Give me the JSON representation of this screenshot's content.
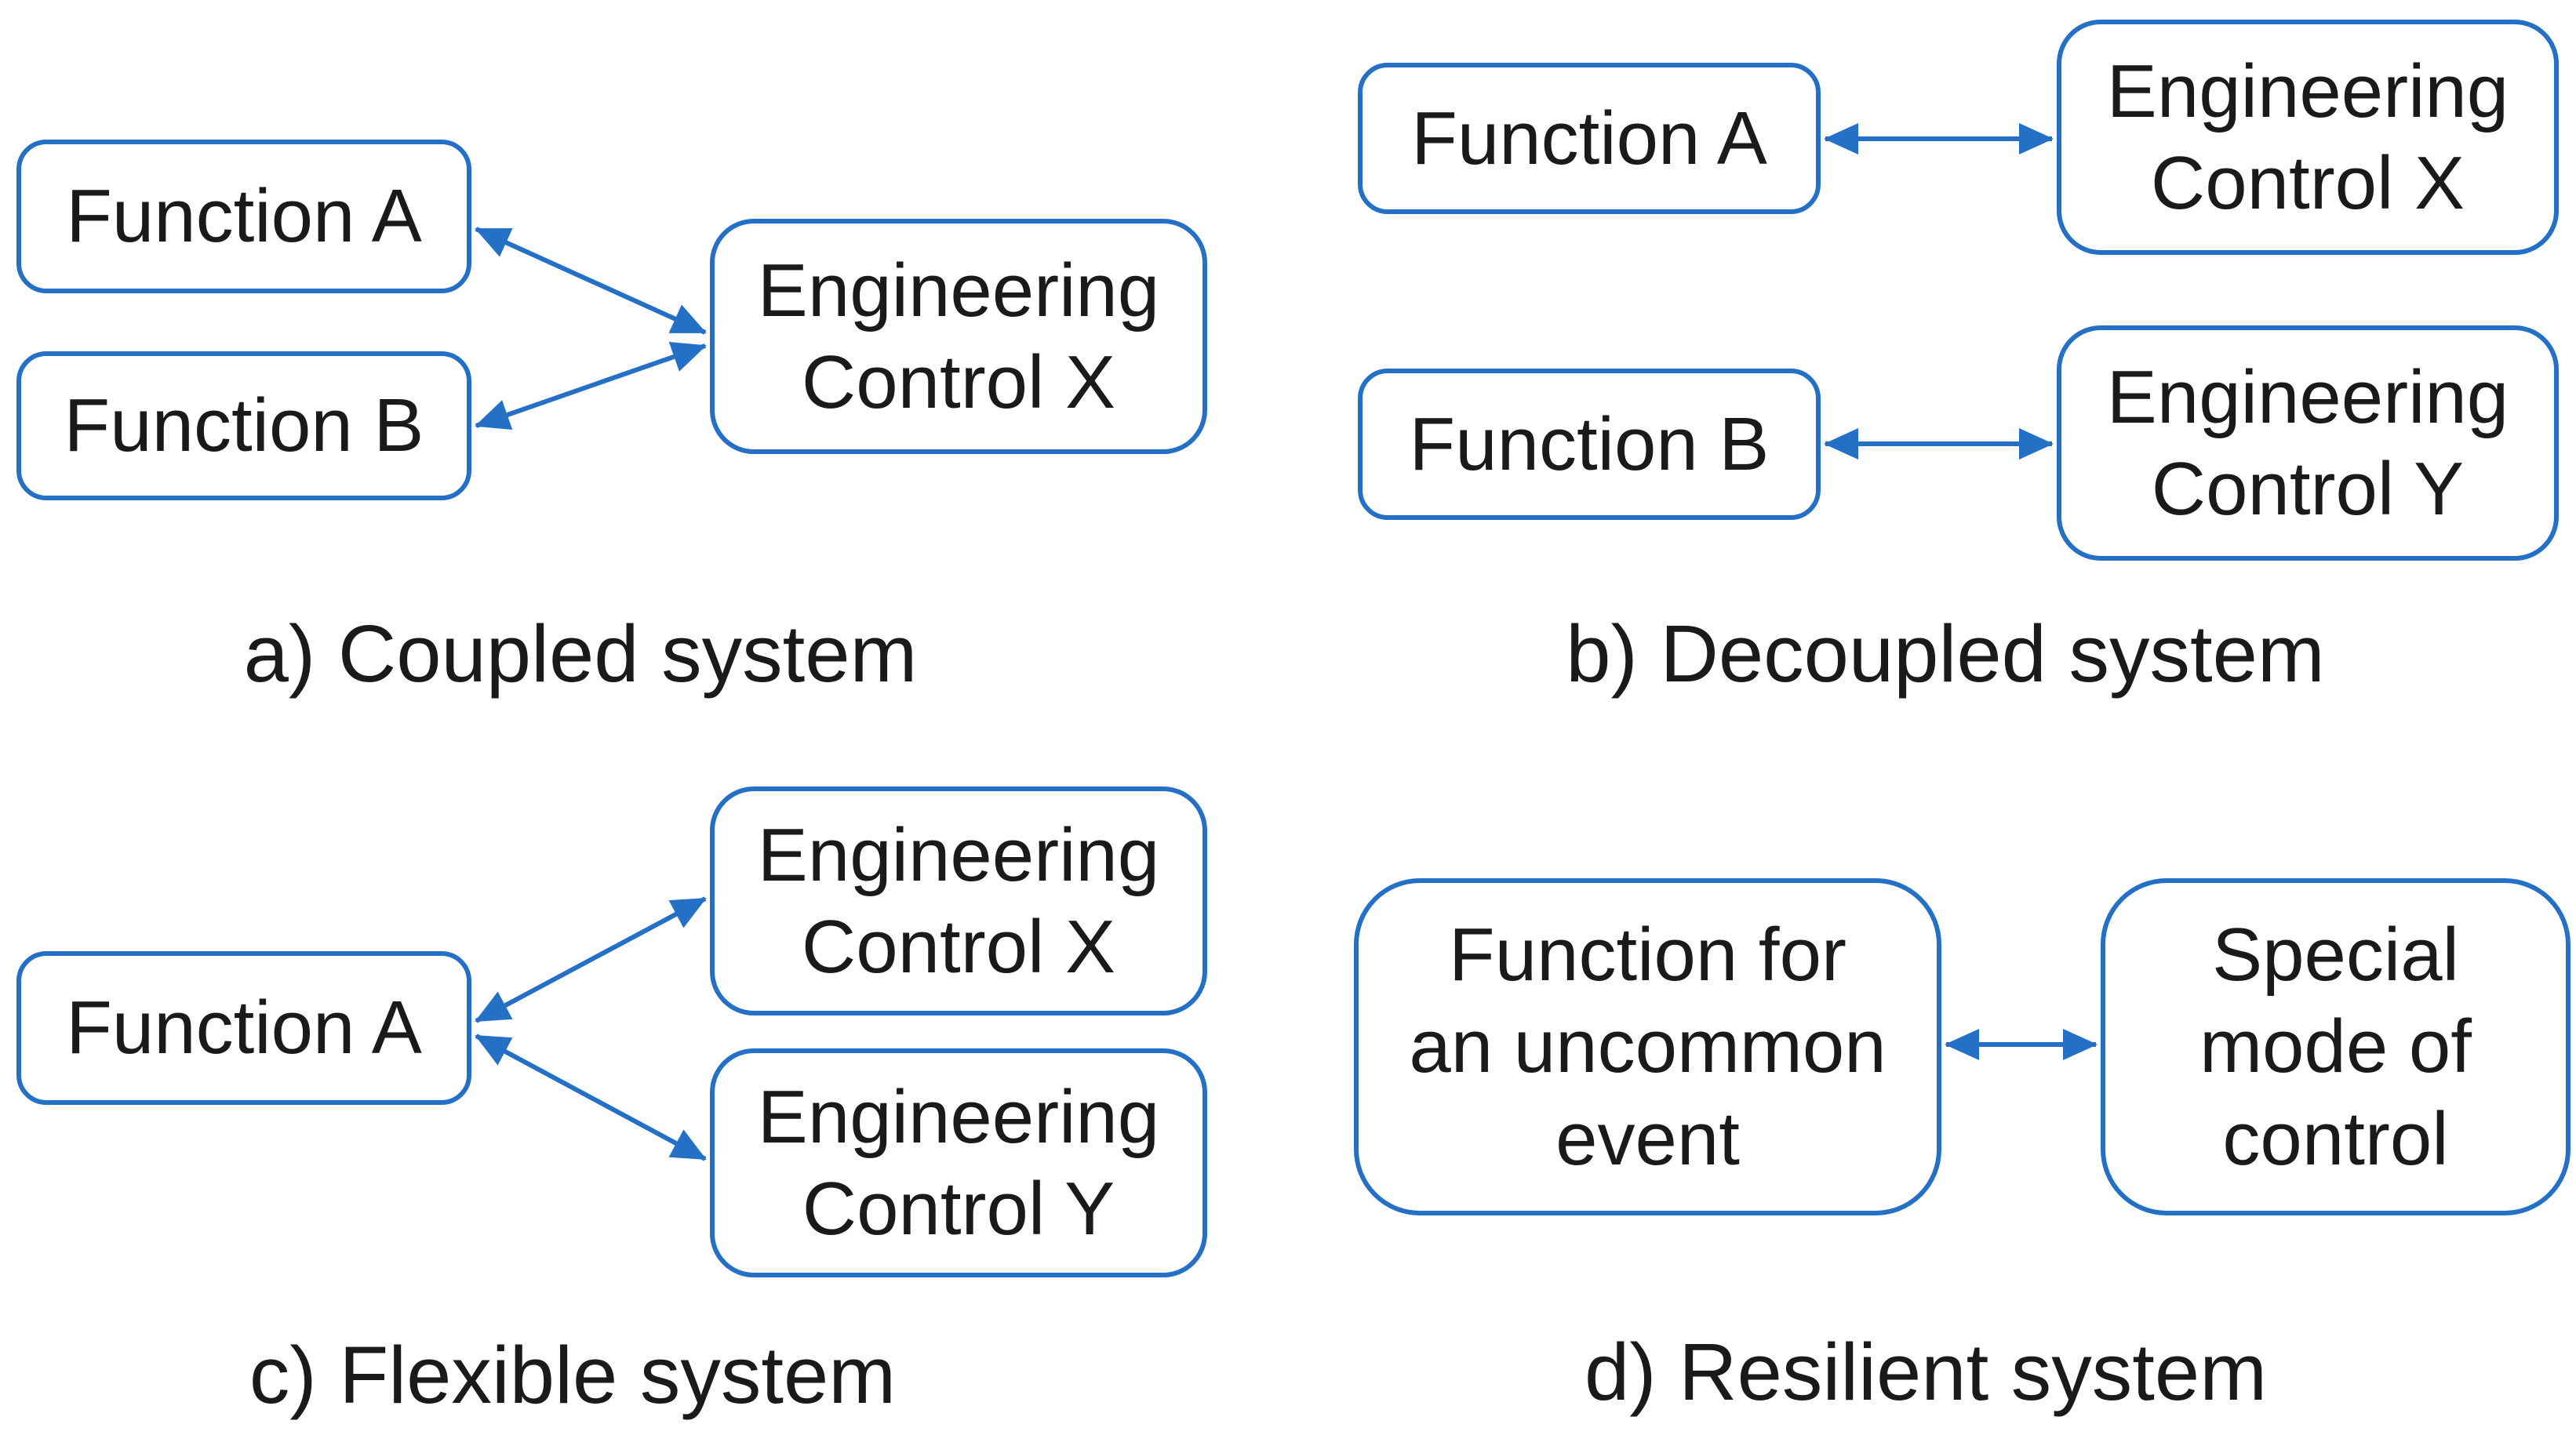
{
  "colors": {
    "line_blue": "#2470c6",
    "text": "#1a1a1a",
    "background": "#ffffff"
  },
  "panels": {
    "a": {
      "caption": "a) Coupled system",
      "function_a": "Function A",
      "function_b": "Function B",
      "control_x": "Engineering\nControl X"
    },
    "b": {
      "caption": "b) Decoupled system",
      "function_a": "Function A",
      "function_b": "Function B",
      "control_x": "Engineering\nControl X",
      "control_y": "Engineering\nControl Y"
    },
    "c": {
      "caption": "c) Flexible system",
      "function_a": "Function A",
      "control_x": "Engineering\nControl X",
      "control_y": "Engineering\nControl Y"
    },
    "d": {
      "caption": "d) Resilient system",
      "function_event": "Function for\nan uncommon\nevent",
      "special_mode": "Special\nmode of\ncontrol"
    }
  }
}
